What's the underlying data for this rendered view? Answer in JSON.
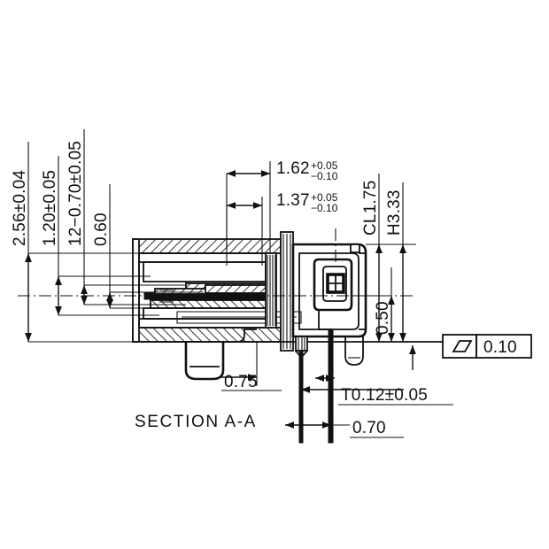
{
  "drawing": {
    "title": "SECTION A-A",
    "type": "engineering-section-drawing",
    "subject": "right-angle coaxial connector cross section",
    "units_note": "mm",
    "dimensions": {
      "left_stack": [
        {
          "id": "d-256",
          "label": "2.56±0.04",
          "nominal": "2.56",
          "tolerance": "±0.04",
          "orientation": "vertical"
        },
        {
          "id": "d-120",
          "label": "1.20±0.05",
          "nominal": "1.20",
          "tolerance": "±0.05",
          "orientation": "vertical"
        },
        {
          "id": "d-12x070",
          "label": "12−0.70±0.05",
          "nominal": "0.70",
          "tolerance": "±0.05",
          "count": "12",
          "orientation": "vertical"
        },
        {
          "id": "d-060",
          "label": "0.60",
          "nominal": "0.60",
          "tolerance": "",
          "orientation": "vertical"
        }
      ],
      "top_stack": [
        {
          "id": "d-162",
          "base": "1.62",
          "plus": "+0.05",
          "minus": "−0.10",
          "orientation": "horizontal"
        },
        {
          "id": "d-137",
          "base": "1.37",
          "plus": "+0.05",
          "minus": "−0.10",
          "orientation": "horizontal"
        }
      ],
      "right_stack": [
        {
          "id": "d-cl175",
          "label": "CL1.75",
          "orientation": "vertical"
        },
        {
          "id": "d-h333",
          "label": "H3.33",
          "orientation": "vertical"
        },
        {
          "id": "d-050",
          "label": "0.50",
          "orientation": "vertical"
        }
      ],
      "bottom_stack": [
        {
          "id": "d-075",
          "label": "0.75",
          "orientation": "horizontal"
        },
        {
          "id": "d-t012",
          "label": "T0.12±0.05",
          "orientation": "horizontal"
        },
        {
          "id": "d-070",
          "label": "0.70",
          "orientation": "horizontal"
        }
      ]
    },
    "feature_control_frame": {
      "id": "fcf-flatness",
      "symbol": "parallelogram-parallelism-icon",
      "symbol_name": "parallelism",
      "tolerance": "0.10"
    }
  }
}
